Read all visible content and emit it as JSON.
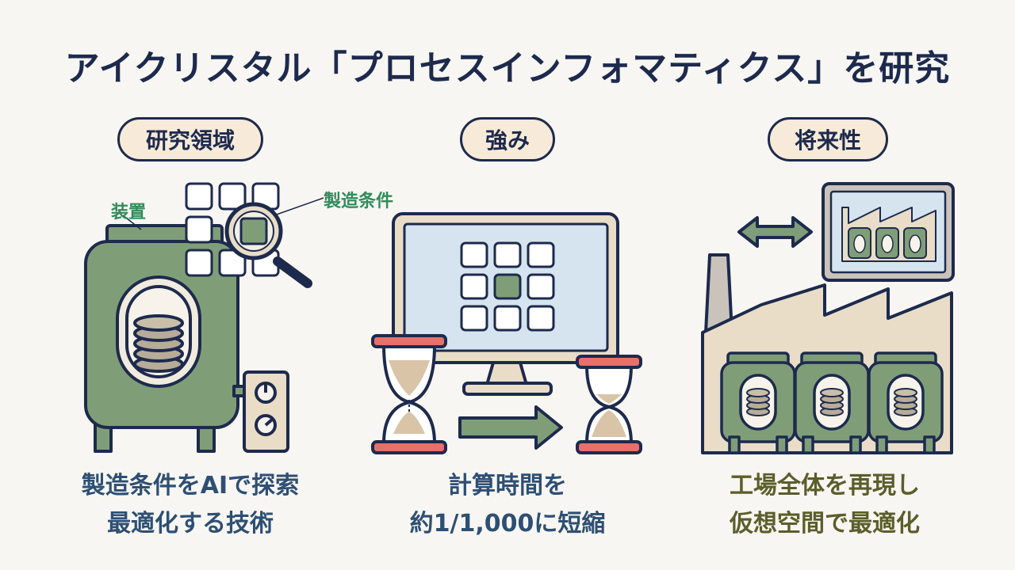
{
  "title": "アイクリスタル「プロセスインフォマティクス」を研究",
  "sections": [
    {
      "heading": "研究領域",
      "caption_line1": "製造条件をAIで探索",
      "caption_line2": "最適化する技術"
    },
    {
      "heading": "強み",
      "caption_line1": "計算時間を",
      "caption_line2": "約1/1,000に短縮"
    },
    {
      "heading": "将来性",
      "caption_line1": "工場全体を再現し",
      "caption_line2": "仮想空間で最適化"
    }
  ],
  "labels": {
    "device": "装置",
    "conditions": "製造条件"
  },
  "colors": {
    "navy": "#1d2a4d",
    "green": "#7f9e78",
    "red": "#e4716a",
    "sand": "#e9ddc8"
  }
}
